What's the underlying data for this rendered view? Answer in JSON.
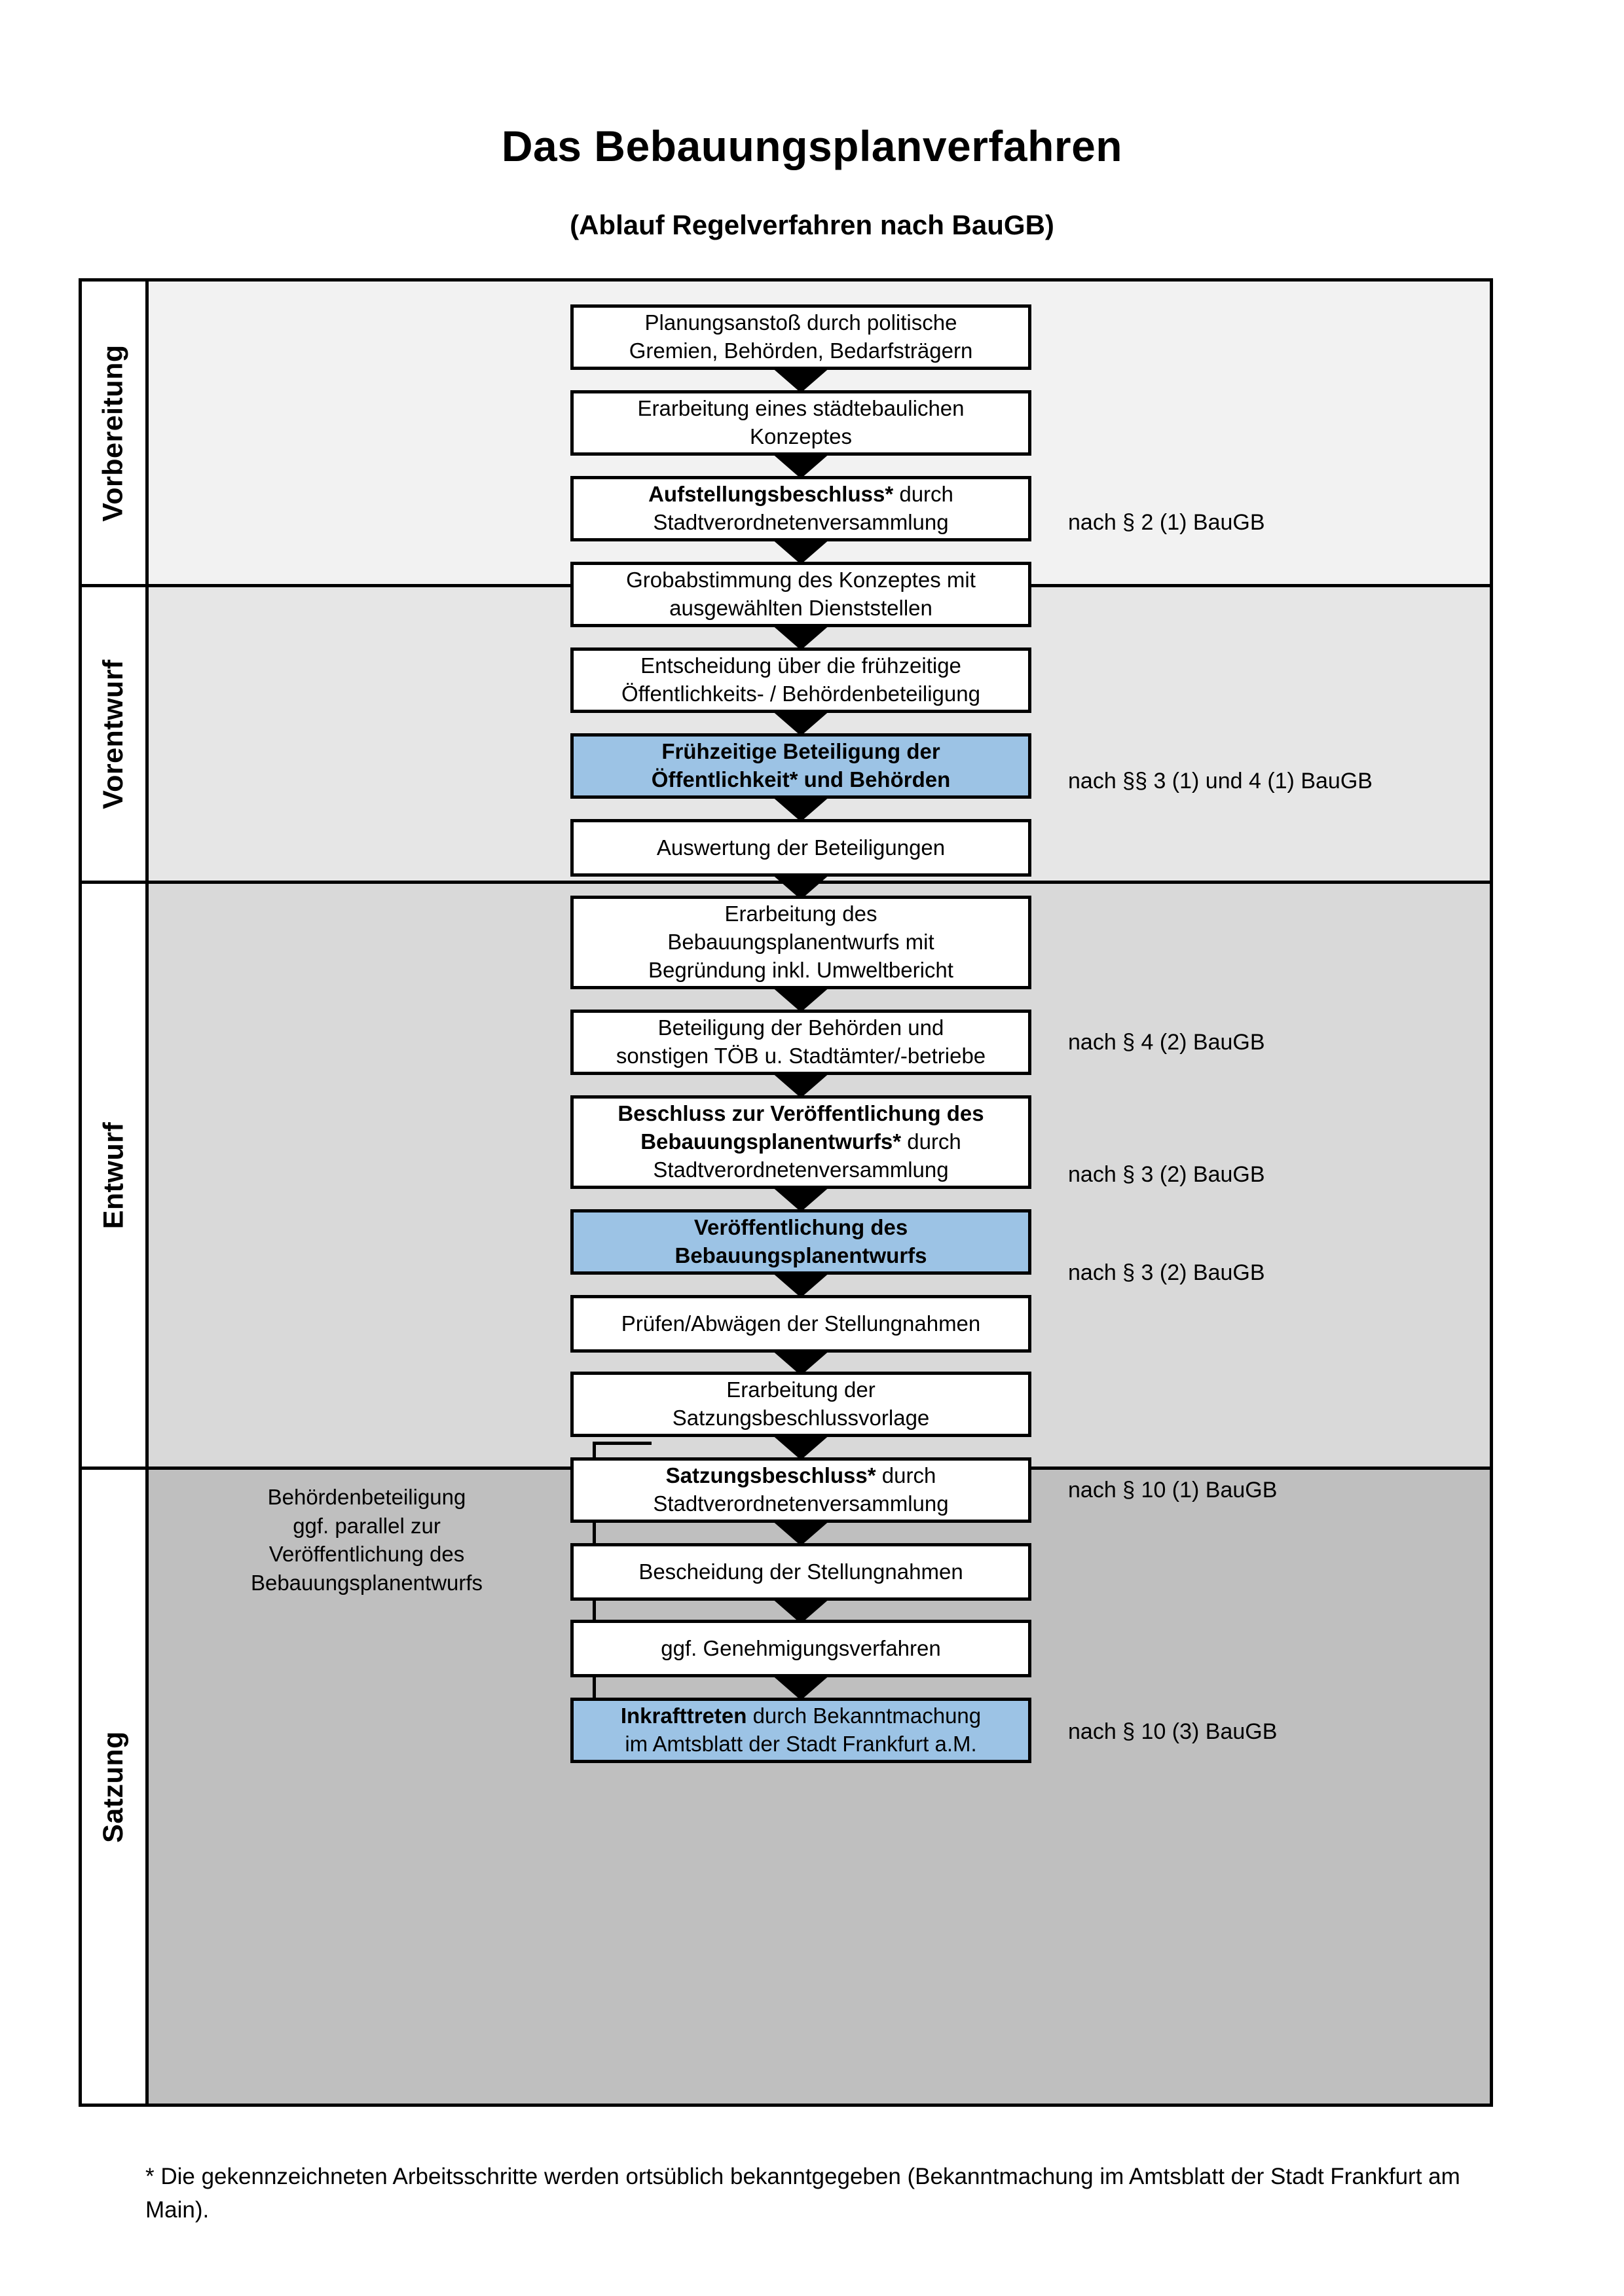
{
  "title": "Das Bebauungsplanverfahren",
  "subtitle": "(Ablauf Regelverfahren nach BauGB)",
  "colors": {
    "highlight": "#9CC3E5",
    "band1": "#F2F2F2",
    "band2": "#E6E6E6",
    "band3": "#D9D9D9",
    "band4": "#BFBFBF"
  },
  "phases": [
    {
      "label": "Vorbereitung"
    },
    {
      "label": "Vorentwurf"
    },
    {
      "label": "Entwurf"
    },
    {
      "label": "Satzung"
    }
  ],
  "steps": [
    {
      "id": "planungsanstoss",
      "line1": "Planungsanstoß durch politische",
      "line2": "Gremien, Behörden, Bedarfsträgern",
      "highlight": false
    },
    {
      "id": "staedtebauliches-konzept",
      "line1": "Erarbeitung eines städtebaulichen",
      "line2": "Konzeptes",
      "highlight": false
    },
    {
      "id": "aufstellungsbeschluss",
      "bold1": "Aufstellungsbeschluss*",
      "line1": " durch",
      "line2": "Stadtverordnetenversammlung",
      "highlight": false
    },
    {
      "id": "grobabstimmung",
      "line1": "Grobabstimmung des Konzeptes mit",
      "line2": "ausgewählten Dienststellen",
      "highlight": false
    },
    {
      "id": "entscheidung-fruehzeitige",
      "line1": "Entscheidung über die frühzeitige",
      "line2": "Öffentlichkeits- / Behördenbeteiligung",
      "highlight": false
    },
    {
      "id": "fruehzeitige-beteiligung",
      "line1": "Frühzeitige Beteiligung der",
      "line2": "Öffentlichkeit* und Behörden",
      "highlight": true
    },
    {
      "id": "auswertung-beteiligungen",
      "line1": "Auswertung der Beteiligungen",
      "highlight": false
    },
    {
      "id": "erarbeitung-bebauungsplanentwurf",
      "line1": "Erarbeitung des",
      "line2": "Bebauungsplanentwurfs mit",
      "line3": "Begründung inkl. Umweltbericht",
      "highlight": false
    },
    {
      "id": "beteiligung-behoerden-toeb",
      "line1": "Beteiligung der Behörden und",
      "line2": "sonstigen TÖB u. Stadtämter/-betriebe",
      "highlight": false
    },
    {
      "id": "beschluss-veroeffentlichung",
      "bold1": "Beschluss zur Veröffentlichung des",
      "bold2": "Bebauungsplanentwurfs*",
      "line1": " durch",
      "line2": "Stadtverordnetenversammlung",
      "highlight": false
    },
    {
      "id": "veroeffentlichung-entwurf",
      "line1": "Veröffentlichung des",
      "line2": "Bebauungsplanentwurfs",
      "highlight": true
    },
    {
      "id": "pruefen-abwaegen",
      "line1": "Prüfen/Abwägen der Stellungnahmen",
      "highlight": false
    },
    {
      "id": "erarbeitung-satzungsbeschlussvorlage",
      "line1": "Erarbeitung der",
      "line2": "Satzungsbeschlussvorlage",
      "highlight": false
    },
    {
      "id": "satzungsbeschluss",
      "bold1": "Satzungsbeschluss*",
      "line1": " durch",
      "line2": "Stadtverordnetenversammlung",
      "highlight": false
    },
    {
      "id": "bescheidung-stellungnahmen",
      "line1": "Bescheidung der Stellungnahmen",
      "highlight": false
    },
    {
      "id": "genehmigungsverfahren",
      "line1": "ggf. Genehmigungsverfahren",
      "highlight": false
    },
    {
      "id": "inkrafttreten",
      "bold1": "Inkrafttreten",
      "line1": " durch Bekanntmachung",
      "line2": "im Amtsblatt der Stadt Frankfurt a.M.",
      "highlight": true
    }
  ],
  "law_refs": [
    {
      "id": "ref-par2-1",
      "text": "nach § 2 (1) BauGB"
    },
    {
      "id": "ref-par3-1-4-1",
      "text": "nach §§ 3 (1) und 4 (1) BauGB"
    },
    {
      "id": "ref-par4-2",
      "text": "nach § 4 (2) BauGB"
    },
    {
      "id": "ref-par3-2-a",
      "text": "nach § 3 (2) BauGB"
    },
    {
      "id": "ref-par3-2-b",
      "text": "nach § 3 (2) BauGB"
    },
    {
      "id": "ref-par10-1",
      "text": "nach § 10 (1) BauGB"
    },
    {
      "id": "ref-par10-3",
      "text": "nach § 10 (3) BauGB"
    }
  ],
  "side_note": {
    "line1": "Behördenbeteiligung",
    "line2": "ggf. parallel zur",
    "line3": "Veröffentlichung des",
    "line4": "Bebauungsplanentwurfs"
  },
  "footnote": "* Die gekennzeichneten Arbeitsschritte werden ortsüblich bekanntgegeben (Bekanntmachung im Amtsblatt  der Stadt Frankfurt am Main)."
}
